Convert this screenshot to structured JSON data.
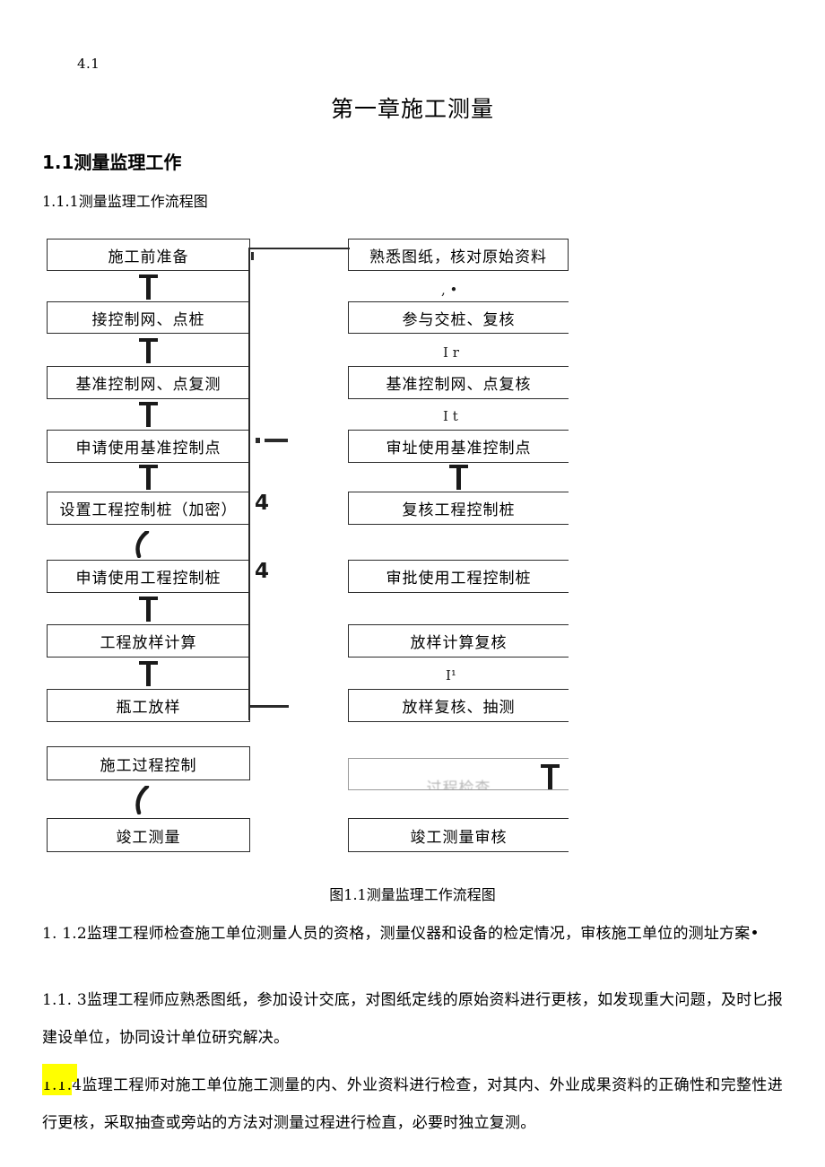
{
  "page": {
    "header_number": "4.1",
    "title": "第一章施工测量",
    "section_heading": "1.1测量监理工作",
    "subsection_heading": "1.1.1测量监理工作流程图",
    "figure_caption": "图1.1测量监理工作流程图"
  },
  "flowchart": {
    "left_column": [
      {
        "label": "施工前准备"
      },
      {
        "label": "接控制网、点桩"
      },
      {
        "label": "基准控制网、点复测"
      },
      {
        "label": "申请使用基准控制点"
      },
      {
        "label": "设置工程控制桩（加密）"
      },
      {
        "label": "申请使用工程控制桩"
      },
      {
        "label": "工程放样计算"
      },
      {
        "label": "瓶工放样"
      },
      {
        "label": "施工过程控制"
      },
      {
        "label": "竣工测量"
      }
    ],
    "right_column": [
      {
        "label": "熟悉图纸，核对原始资料"
      },
      {
        "label": "参与交桩、复核"
      },
      {
        "label": "基准控制网、点复核"
      },
      {
        "label": "审址使用基准控制点"
      },
      {
        "label": "复核工程控制桩"
      },
      {
        "label": "审批使用工程控制桩"
      },
      {
        "label": "放样计算复核"
      },
      {
        "label": "放样复核、抽测"
      },
      {
        "label": "过程检查"
      },
      {
        "label": "竣工测量审核"
      }
    ],
    "scan_artifacts": [
      {
        "text": ", •"
      },
      {
        "text": "I r"
      },
      {
        "text": "I t"
      },
      {
        "text": "I¹"
      },
      {
        "text": "4"
      },
      {
        "text": "4"
      }
    ]
  },
  "body": {
    "paragraphs": [
      {
        "id": "p1",
        "text": "1.  1.2监理工程师检查施工单位测量人员的资格，测量仪器和设备的检定情况，审核施工单位的测址方案•"
      },
      {
        "id": "p2",
        "text": "1.1.   3监理工程师应熟悉图纸，参加设计交底，对图纸定线的原始资料进行更核，如发现重大问题，及时匕报建设单位，协同设计单位研究解决。"
      },
      {
        "id": "p3",
        "highlight_prefix": "1.1.",
        "rest": "4监理工程师对施工单位施工测量的内、外业资料进行检查，对其内、外业成果资料的正确性和完整性进行更核，采取抽查或旁站的方法对测量过程进行检直，必要时独立复测。"
      }
    ]
  },
  "colors": {
    "ink": "#000000",
    "box_border": "#2b2b2b",
    "highlight": "#ffff00",
    "page_background": "#ffffff"
  }
}
